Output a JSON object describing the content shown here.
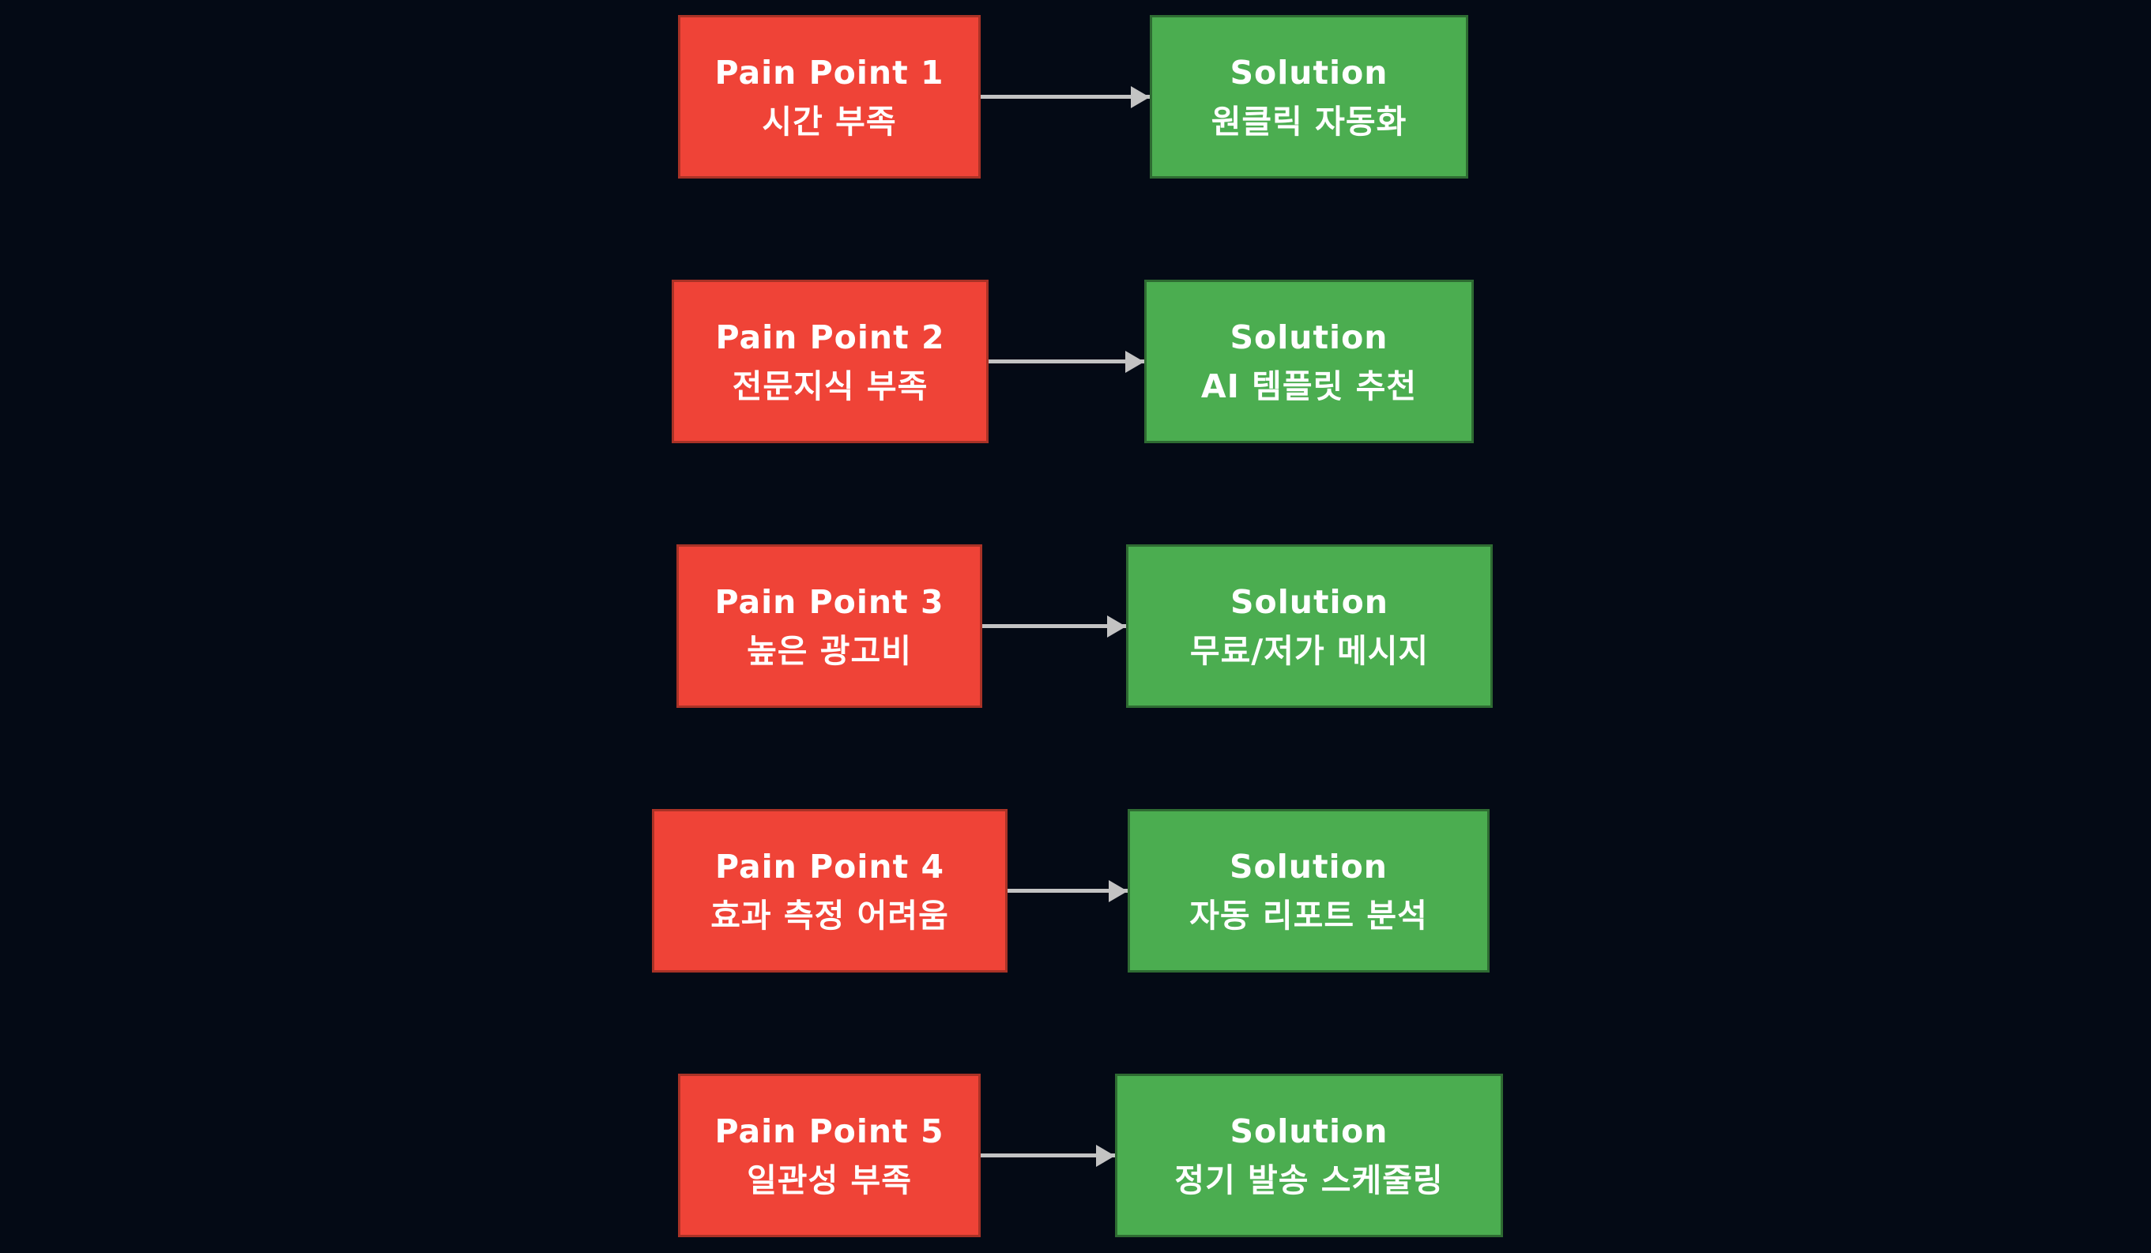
{
  "diagram": {
    "background_color": "#040a15",
    "pain_fill_color": "#ef4337",
    "pain_border_color": "#a93226",
    "solution_fill_color": "#4bad50",
    "solution_border_color": "#2e6b32",
    "arrow_color": "#c3c3c3",
    "text_color": "#ffffff",
    "rows": [
      {
        "pain": {
          "title": "Pain Point 1",
          "label": "시간 부족"
        },
        "solution": {
          "title": "Solution",
          "label": "원클릭 자동화"
        }
      },
      {
        "pain": {
          "title": "Pain Point 2",
          "label": "전문지식 부족"
        },
        "solution": {
          "title": "Solution",
          "label": "AI 템플릿 추천"
        }
      },
      {
        "pain": {
          "title": "Pain Point 3",
          "label": "높은 광고비"
        },
        "solution": {
          "title": "Solution",
          "label": "무료/저가 메시지"
        }
      },
      {
        "pain": {
          "title": "Pain Point 4",
          "label": "효과 측정 어려움"
        },
        "solution": {
          "title": "Solution",
          "label": "자동 리포트 분석"
        }
      },
      {
        "pain": {
          "title": "Pain Point 5",
          "label": "일관성 부족"
        },
        "solution": {
          "title": "Solution",
          "label": "정기 발송 스케줄링"
        }
      }
    ]
  }
}
